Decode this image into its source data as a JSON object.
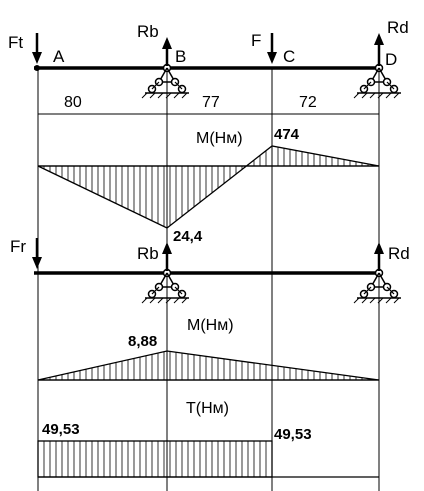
{
  "top_beam": {
    "forces": {
      "ft": "Ft",
      "rb": "Rb",
      "f": "F",
      "rd": "Rd"
    },
    "points": {
      "a": "A",
      "b": "B",
      "c": "C",
      "d": "D"
    }
  },
  "spans": {
    "ab": "80",
    "bc": "77",
    "cd": "72"
  },
  "moment_top": {
    "title": "M(Нм)",
    "value_c": "474",
    "value_b": "24,4",
    "values": {
      "A": 0,
      "B": -24.4,
      "C": 474,
      "D": 0
    }
  },
  "bottom_beam": {
    "forces": {
      "fr": "Fr",
      "rb": "Rb",
      "rd": "Rd"
    }
  },
  "moment_bottom": {
    "title": "M(Нм)",
    "value_b": "8,88",
    "values": {
      "A": 0,
      "B": 8.88,
      "D": 0
    }
  },
  "torque": {
    "title": "T(Нм)",
    "value_left": "49,53",
    "value_right": "49,53",
    "values": {
      "from": "A",
      "to": "C",
      "value": 49.53
    }
  }
}
